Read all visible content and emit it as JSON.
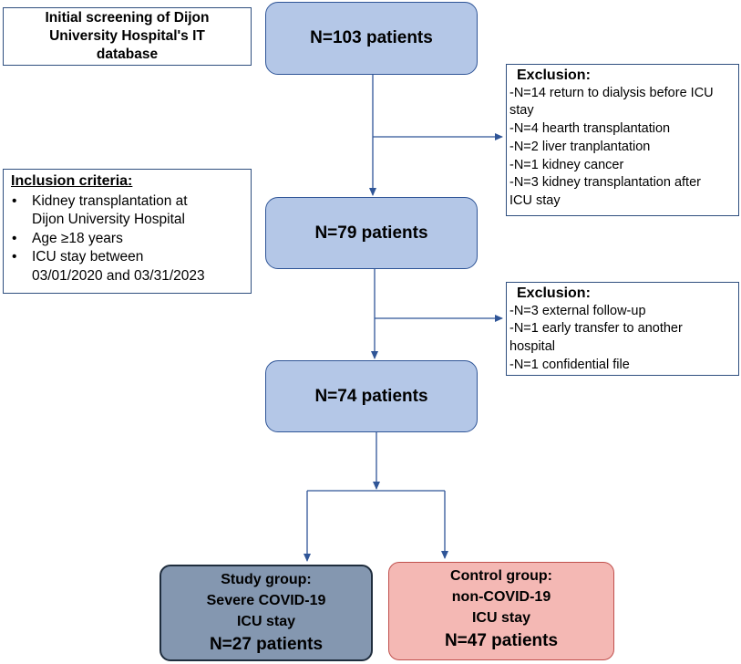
{
  "screening": {
    "lines": [
      "Initial screening of Dijon",
      "University Hospital's IT",
      "database"
    ]
  },
  "nodes": {
    "n103": "N=103 patients",
    "n79": "N=79 patients",
    "n74": "N=74 patients"
  },
  "exclusion1": {
    "header": "Exclusion:",
    "lines": [
      "-N=14 return to dialysis before ICU",
      "stay",
      "-N=4 hearth transplantation",
      "-N=2 liver tranplantation",
      "-N=1 kidney cancer",
      "-N=3 kidney transplantation after",
      "ICU stay"
    ]
  },
  "inclusion": {
    "header": "Inclusion criteria:",
    "items": [
      [
        "Kidney  transplantation at",
        "Dijon University Hospital"
      ],
      [
        "Age ≥18 years"
      ],
      [
        "ICU stay between",
        "03/01/2020 and 03/31/2023"
      ]
    ]
  },
  "exclusion2": {
    "header": "Exclusion:",
    "lines": [
      "-N=3 external follow-up",
      "-N=1 early transfer to another",
      "hospital",
      "-N=1 confidential file"
    ]
  },
  "study": {
    "lines": [
      "Study group:",
      "Severe COVID-19",
      "ICU stay"
    ],
    "count": "N=27 patients"
  },
  "control": {
    "lines": [
      "Control group:",
      "non-COVID-19",
      "ICU stay"
    ],
    "count": "N=47 patients"
  },
  "colors": {
    "node_fill": "#b4c7e7",
    "node_border": "#2f5597",
    "study_fill": "#8497b0",
    "control_fill": "#f4b8b4",
    "arrow": "#2f5597"
  }
}
